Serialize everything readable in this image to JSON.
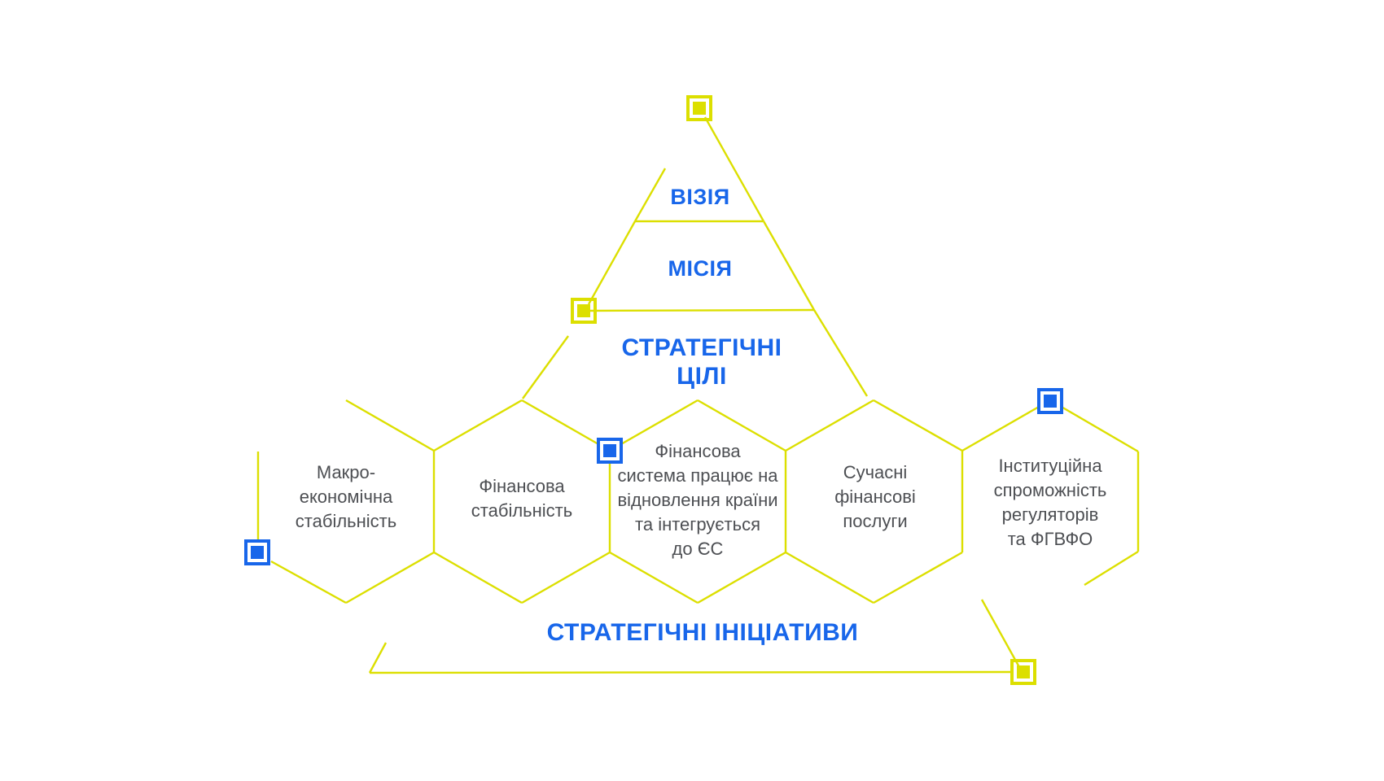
{
  "colors": {
    "accent_blue": "#1866EA",
    "accent_yellow": "#DCDF00",
    "body_text": "#4D4F53",
    "background": "#FFFFFF"
  },
  "pyramid": {
    "vision_label": "ВІЗІЯ",
    "mission_label": "МІСІЯ",
    "goals_label": "СТРАТЕГІЧНІ\nЦІЛІ"
  },
  "goals": {
    "hex1": "Макро-\nекономічна\nстабільність",
    "hex2": "Фінансова\nстабільність",
    "hex3": "Фінансова\nсистема працює на\nвідновлення країни\nта інтегрується\nдо ЄС",
    "hex4": "Сучасні\nфінансові\nпослуги",
    "hex5": "Інституційна\nспроможність\nрегуляторів\nта ФГВФО"
  },
  "initiatives": {
    "label": "СТРАТЕГІЧНІ ІНІЦІАТИВИ"
  },
  "markers": [
    {
      "id": "vision-marker",
      "color": "yellow"
    },
    {
      "id": "goals-marker",
      "color": "yellow"
    },
    {
      "id": "initiatives-marker",
      "color": "yellow"
    },
    {
      "id": "goal-macro-marker",
      "color": "blue"
    },
    {
      "id": "goal-finsystem-marker",
      "color": "blue"
    },
    {
      "id": "goal-institutional-marker",
      "color": "blue"
    }
  ]
}
